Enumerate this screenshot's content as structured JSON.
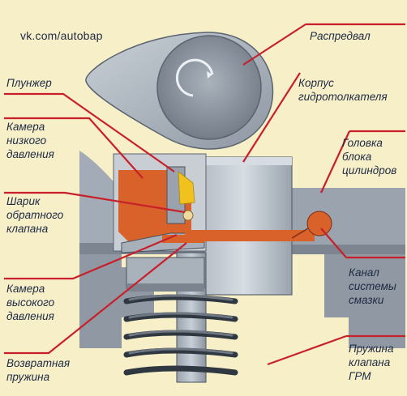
{
  "watermark": "vk.com/autobap",
  "labels": {
    "camshaft": "Распредвал",
    "plunger": "Плунжер",
    "body_line1": "Корпус",
    "body_line2": "гидротолкателя",
    "low_line1": "Камера",
    "low_line2": "низкого",
    "low_line3": "давления",
    "head_line1": "Головка",
    "head_line2": "блока",
    "head_line3": "цилиндров",
    "ball_line1": "Шарик",
    "ball_line2": "обратного",
    "ball_line3": "клапана",
    "channel_line1": "Канал",
    "channel_line2": "системы",
    "channel_line3": "смазки",
    "high_line1": "Камера",
    "high_line2": "высокого",
    "high_line3": "давления",
    "retspring_line1": "Возвратная",
    "retspring_line2": "пружина",
    "valvespring_line1": "Пружина",
    "valvespring_line2": "клапана",
    "valvespring_line3": "ГРМ"
  },
  "colors": {
    "background": "#f7efc8",
    "leader_red": "#c8202b",
    "text": "#1e2a44",
    "metal_light": "#b9c0c9",
    "metal_mid": "#8d96a1",
    "metal_dark": "#5a6470",
    "oil_orange": "#d9622b",
    "oil_yellow": "#f1c21d"
  }
}
